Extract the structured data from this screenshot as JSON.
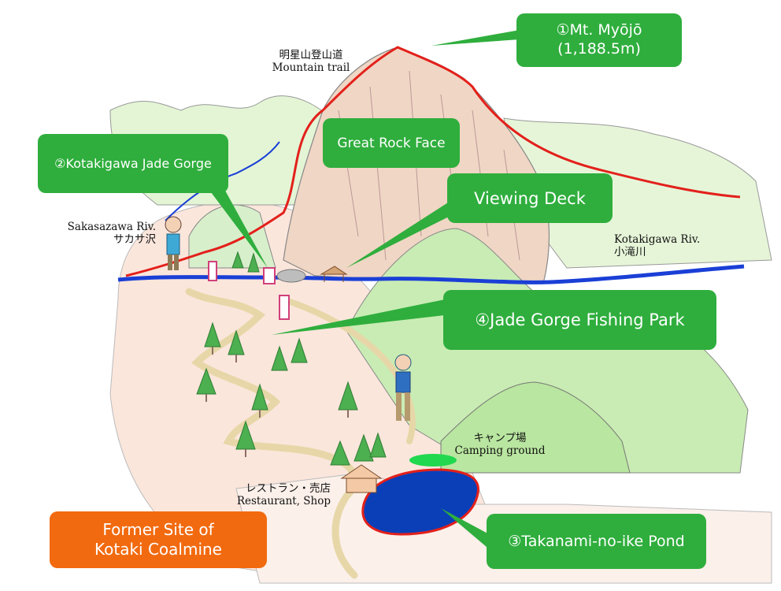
{
  "callouts": {
    "mt_myojo": "①Mt. Myōjō\n(1,188.5m)",
    "great_rock_face": "Great Rock Face",
    "jade_gorge": "②Kotakigawa Jade Gorge",
    "viewing_deck": "Viewing Deck",
    "fishing_park": "④Jade Gorge Fishing Park",
    "pond": "③Takanami-no-ike Pond",
    "coalmine": "Former Site of\nKotaki Coalmine"
  },
  "labels": {
    "mountain_trail": "明星山登山道\nMountain trail",
    "sakasazawa": "Sakasazawa Riv.\nサカサ沢",
    "kotakigawa_river": "Kotakigawa Riv.\n小滝川",
    "camping_ground": "キャンプ場\nCamping ground",
    "restaurant": "レストラン・売店\nRestaurant, Shop"
  },
  "colors": {
    "callout_green": "#2fae3d",
    "callout_orange": "#f26a0f",
    "river_blue": "#1a3fd6",
    "trail_red": "#e3201b",
    "rock_face": "#f0d6c4",
    "hill_green": "#c9ecb4",
    "valley_pink": "#fbe6dc",
    "pond_blue": "#0b3fb8"
  }
}
